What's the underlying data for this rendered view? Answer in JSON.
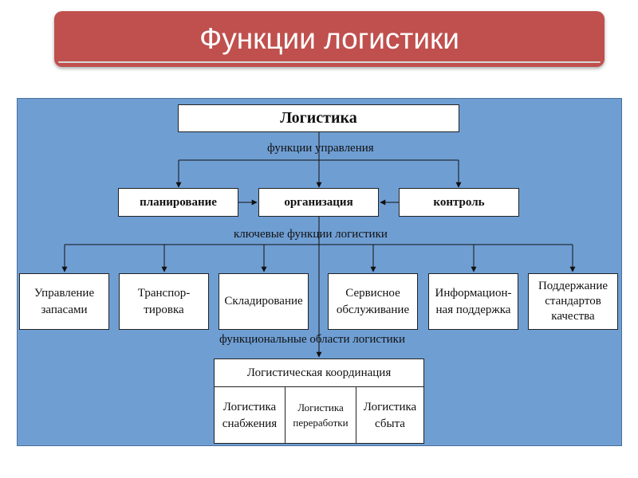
{
  "title": "Функции логистики",
  "diagram": {
    "root": "Логистика",
    "label_management": "функции управления",
    "management_functions": [
      "планирование",
      "организация",
      "контроль"
    ],
    "label_key": "ключевые функции логистики",
    "key_functions": [
      [
        "Управление",
        "запасами"
      ],
      [
        "Транспор-",
        "тировка"
      ],
      [
        "Складирование"
      ],
      [
        "Сервисное",
        "обслуживание"
      ],
      [
        "Информацион-",
        "ная поддержка"
      ],
      [
        "Поддержание",
        "стандартов",
        "качества"
      ]
    ],
    "label_areas": "функциональные области логистики",
    "coordination": "Логистическая координация",
    "areas": [
      [
        "Логистика",
        "снабжения"
      ],
      [
        "Логистика",
        "переработки"
      ],
      [
        "Логистика",
        "сбыта"
      ]
    ]
  },
  "colors": {
    "title_bg": "#c0504d",
    "panel_bg": "#6f9ed3",
    "box_bg": "#ffffff"
  }
}
